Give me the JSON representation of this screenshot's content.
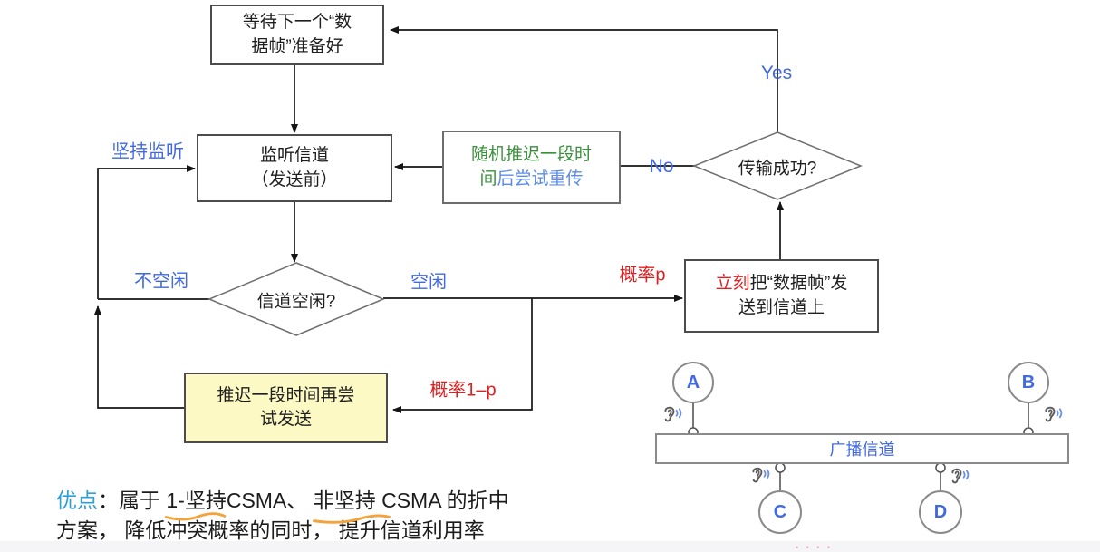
{
  "flowchart": {
    "wait_box": {
      "line1": "等待下一个“数",
      "line2": "据帧”准备好"
    },
    "listen_box": {
      "line1": "监听信道",
      "line2": "（发送前）"
    },
    "random_box": {
      "line1": "随机推迟一段时",
      "line2_green": "间",
      "line2_blue": "后尝试重传"
    },
    "success_diamond": "传输成功?",
    "idle_diamond": "信道空闲?",
    "send_box": {
      "red": "立刻",
      "line1_rest": "把“数据帧”发",
      "line2": "送到信道上"
    },
    "defer_box": {
      "line1": "推迟一段时间再尝",
      "line2": "试发送"
    },
    "labels": {
      "persist_listen": "坚持监听",
      "yes": "Yes",
      "no": "No",
      "not_idle": "不空闲",
      "idle": "空闲",
      "prob_p": "概率p",
      "prob_1_minus_p": "概率1–p"
    }
  },
  "network": {
    "channel_label": "广播信道",
    "nodes": [
      "A",
      "B",
      "C",
      "D"
    ],
    "ear_icon": "listening-ear"
  },
  "note": {
    "highlight": "优点",
    "colon": "：",
    "seg1": "属于 ",
    "underline1": "1-坚持",
    "seg2": "CSMA、 ",
    "underline2": "非坚持",
    "seg3": " CSMA 的折中",
    "line2": "方案， 降低冲突概率的同时， 提升信道利用率"
  },
  "colors": {
    "label_blue": "#4169e1",
    "text_green": "#3a8f3a",
    "text_light_blue": "#5d8bea",
    "text_red": "#e02020",
    "highlight_cyan": "#2f9fd6",
    "pen_orange": "#f2a33c",
    "defer_box_fill": "#fcf9c5"
  }
}
